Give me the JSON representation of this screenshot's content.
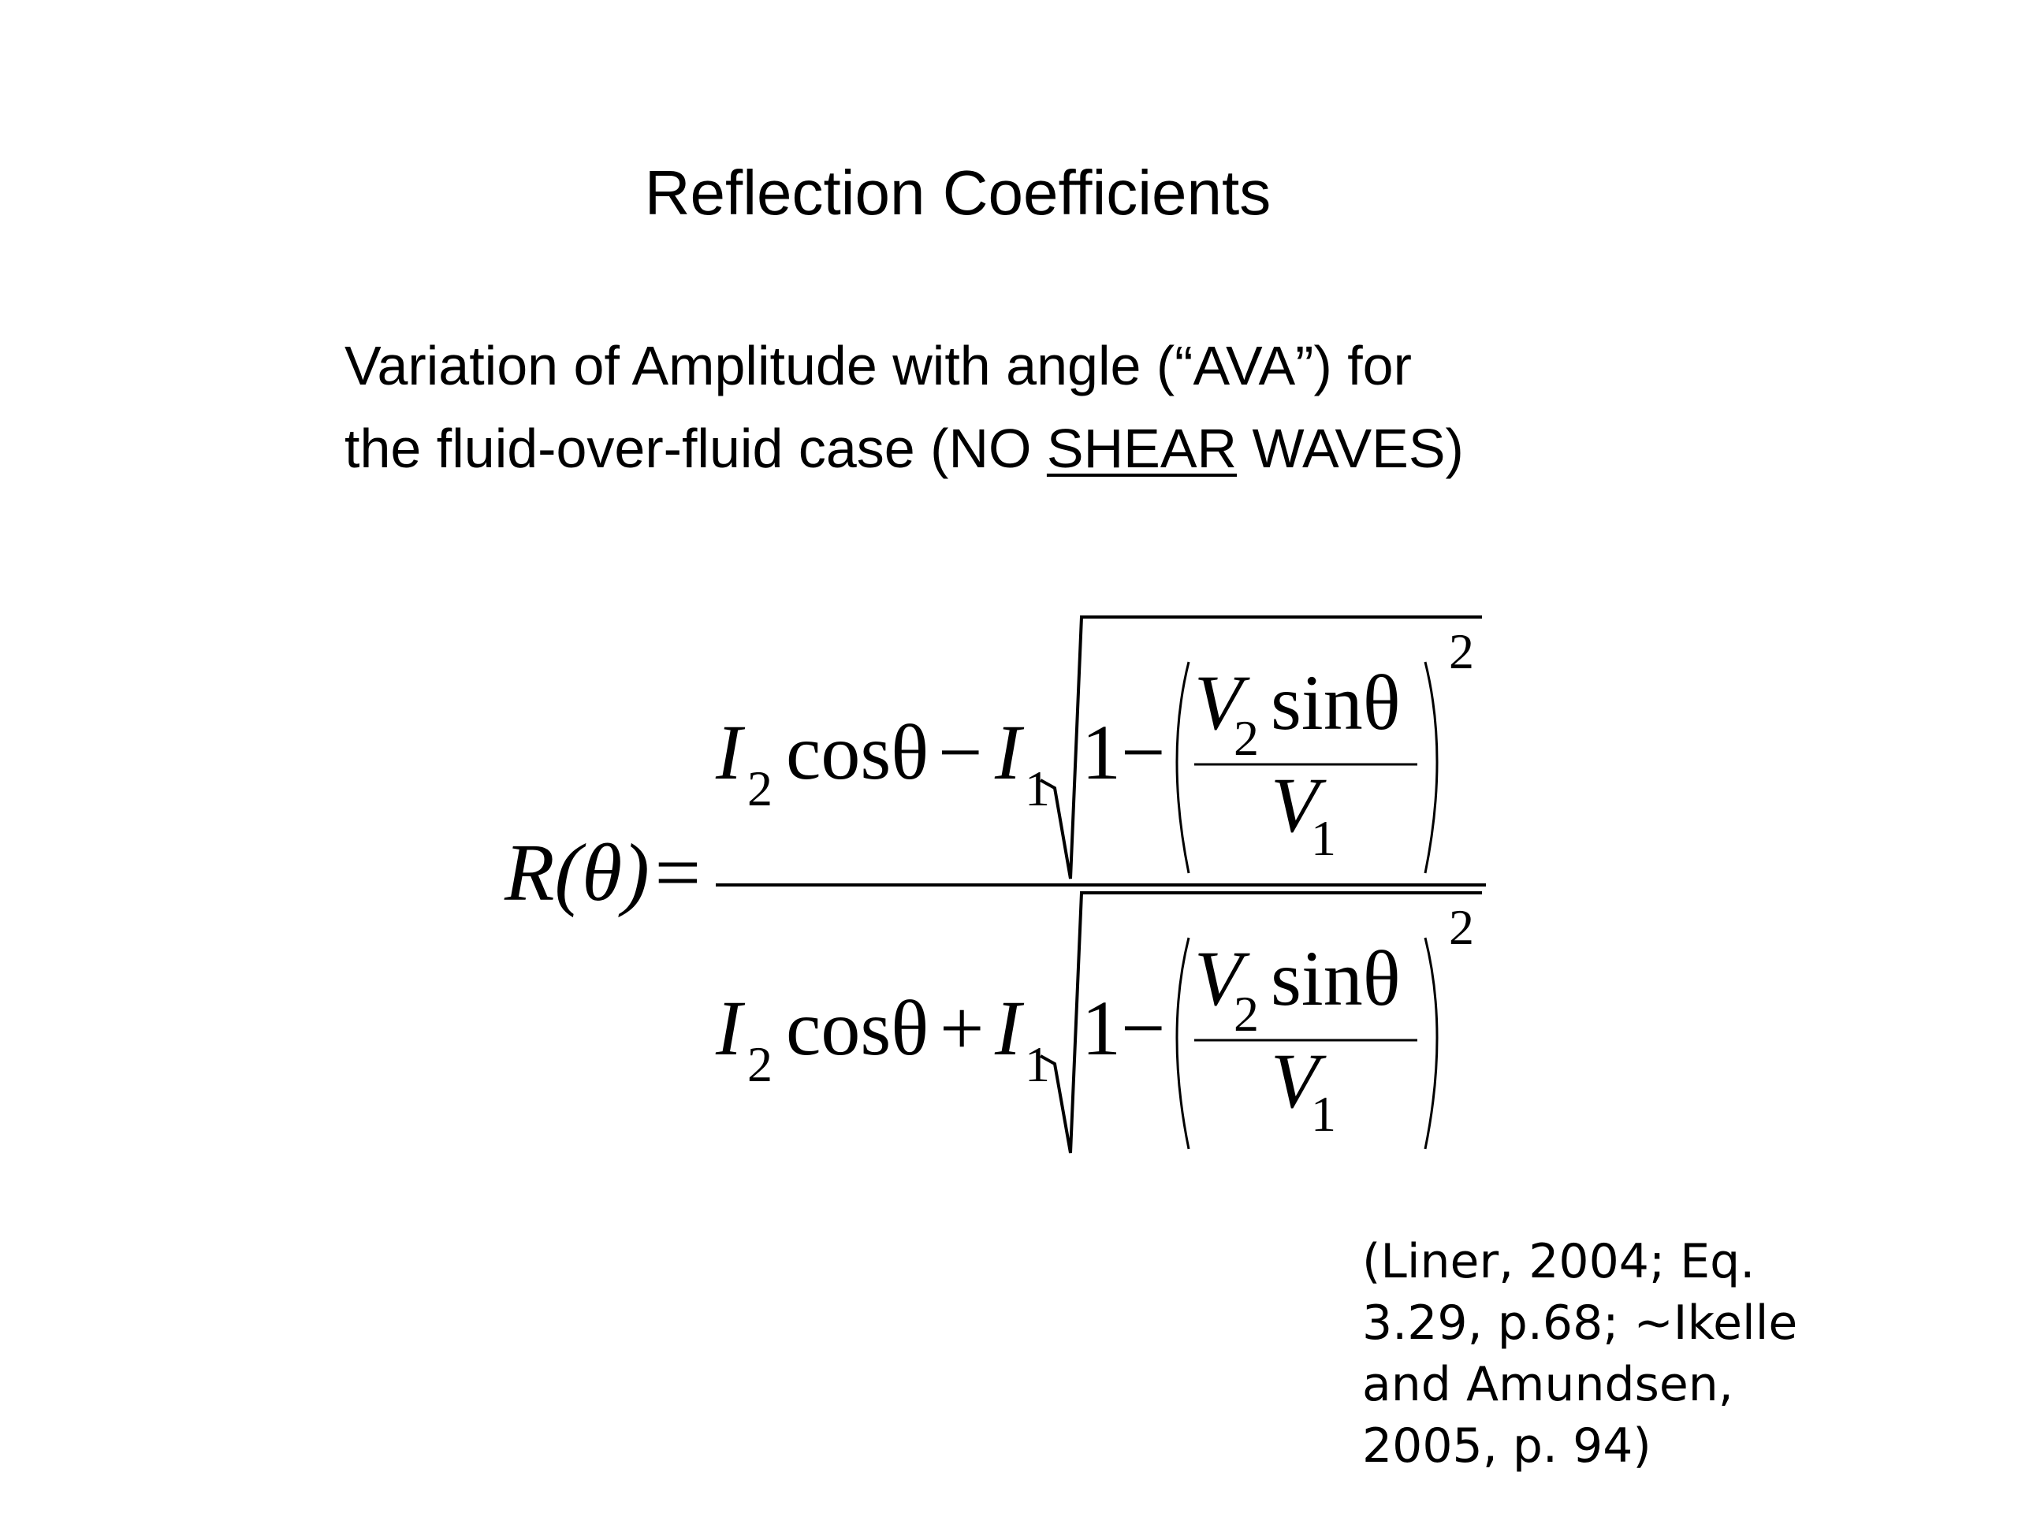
{
  "slide": {
    "title": "Reflection Coefficients",
    "body": {
      "line1": "Variation of Amplitude with angle (“AVA”) for",
      "line2_pre": "the fluid-over-fluid case (NO ",
      "line2_underlined": "SHEAR",
      "line2_post": " WAVES)"
    },
    "equation": {
      "lhs": "R(θ)=",
      "numerator": {
        "prefix": "I",
        "sub2": "2",
        "cos": "cosθ",
        "op": "−",
        "i1": "I",
        "sub1": "1",
        "one_minus": "1−",
        "frac_num_v": "V",
        "frac_num_sub": "2",
        "frac_num_sin": "sinθ",
        "frac_den_v": "V",
        "frac_den_sub": "1",
        "exponent": "2"
      },
      "denominator": {
        "prefix": "I",
        "sub2": "2",
        "cos": "cosθ",
        "op": "+",
        "i1": "I",
        "sub1": "1",
        "one_minus": "1−",
        "frac_num_v": "V",
        "frac_num_sub": "2",
        "frac_num_sin": "sinθ",
        "frac_den_v": "V",
        "frac_den_sub": "1",
        "exponent": "2"
      }
    },
    "citation": {
      "line1": "(Liner, 2004; Eq.",
      "line2": "3.29, p.68; ~Ikelle",
      "line3": "and Amundsen,",
      "line4": "2005, p. 94)"
    }
  }
}
